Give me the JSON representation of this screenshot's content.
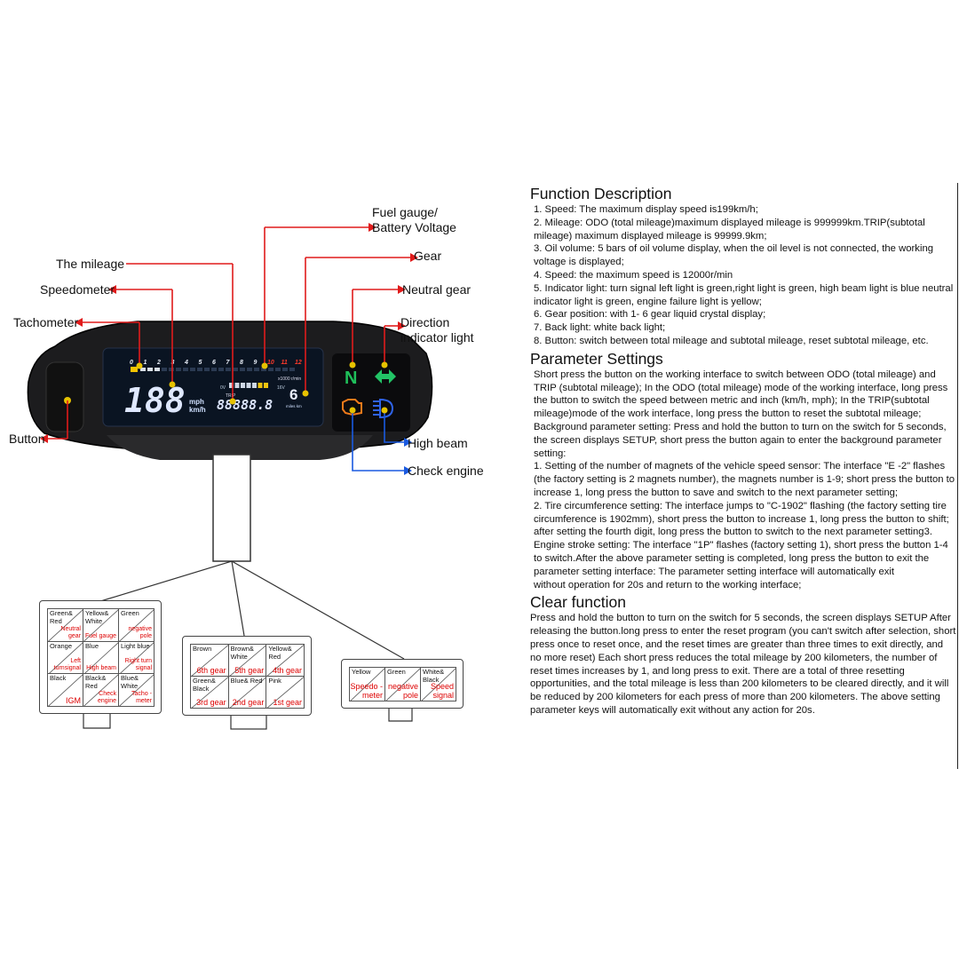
{
  "callouts": {
    "fuel_line1": "Fuel gauge/",
    "fuel_line2": "Battery Voltage",
    "gear": "Gear",
    "mileage": "The mileage",
    "neutral": "Neutral gear",
    "speedometer": "Speedometer",
    "tachometer": "Tachometer",
    "direction_line1": "Direction",
    "direction_line2": "indicator light",
    "button": "Button",
    "high_beam": "High beam",
    "check_engine": "Check engine"
  },
  "dashboard": {
    "tach_numbers": [
      "0",
      "1",
      "2",
      "3",
      "4",
      "5",
      "6",
      "7",
      "8",
      "9",
      "10",
      "11",
      "12"
    ],
    "speed_digits": "188",
    "speed_unit_top": "mph",
    "speed_unit_bottom": "km/h",
    "odo_digits": "88888.8",
    "trip_label": "TRIP",
    "rpm_label": "x1000 r/min",
    "gear_digit": "6",
    "volt_low": "0V",
    "volt_high": "16V",
    "neutral_letter": "N",
    "dist_unit": "miles km",
    "colors": {
      "lcd_bg": "#0a1422",
      "neutral_green": "#1fbf5a",
      "turn_green": "#22c466",
      "beam_blue": "#2f63e8",
      "engine_orange": "#ef7a1a"
    }
  },
  "connector_left": {
    "rows": [
      [
        {
          "a": "Green& Red",
          "b": "Neutral gear"
        },
        {
          "a": "Yellow& White",
          "b": "Fuel gauge"
        },
        {
          "a": "Green",
          "b": "negative pole"
        }
      ],
      [
        {
          "a": "Orange",
          "b": "Left turnsignal"
        },
        {
          "a": "Blue",
          "b": "High beam"
        },
        {
          "a": "Light blue",
          "b": "Right turn signal"
        }
      ],
      [
        {
          "a": "Black",
          "b": "IGM"
        },
        {
          "a": "Black& Red",
          "b": "Check engine"
        },
        {
          "a": "Blue& White",
          "b": "Tacho -meter"
        }
      ]
    ]
  },
  "connector_middle": {
    "rows": [
      [
        {
          "a": "Brown",
          "b": "6th gear"
        },
        {
          "a": "Brown& White",
          "b": "5th gear"
        },
        {
          "a": "Yellow& Red",
          "b": "4th gear"
        }
      ],
      [
        {
          "a": "Green& Black",
          "b": "3rd gear"
        },
        {
          "a": "Blue& Red",
          "b": "2nd gear"
        },
        {
          "a": "Pink",
          "b": "1st gear"
        }
      ]
    ]
  },
  "connector_right": {
    "rows": [
      [
        {
          "a": "Yellow",
          "b": "Speedo -meter"
        },
        {
          "a": "Green",
          "b": "negative pole"
        },
        {
          "a": "White& Black",
          "b": "Speed signal"
        }
      ]
    ]
  },
  "function_description": {
    "title": "Function Description",
    "lines": [
      "1. Speed: The maximum display speed is199km/h;",
      "2. Mileage: ODO (total mileage)maximum displayed mileage is 999999km.TRIP(subtotal mileage) maximum displayed mileage is 99999.9km;",
      "3. Oil volume: 5 bars of oil volume display, when the oil level is not connected, the working voltage is displayed;",
      "4. Speed: the maximum speed is 12000r/min",
      "5. Indicator light: turn signal left light is green,right light is green, high beam light is blue neutral indicator light is green, engine failure light is yellow;",
      "6. Gear position: with 1- 6 gear liquid crystal display;",
      "7. Back light: white back light;",
      "8. Button: switch between total mileage and subtotal mileage, reset subtotal mileage, etc."
    ]
  },
  "parameter_settings": {
    "title": "Parameter Settings",
    "paragraphs": [
      "Short press the button on the working interface to switch between ODO (total mileage) and TRIP (subtotal mileage); In the ODO (total mileage) mode of the working interface, long press the button to switch the speed between metric and inch (km/h, mph); In the TRIP(subtotal mileage)mode of the work interface, long press the button to reset the subtotal mileage; Background parameter setting: Press and hold the button to turn on the switch for 5 seconds, the screen displays SETUP, short press the button again to enter the background parameter setting:",
      "1. Setting of the number of magnets of the vehicle speed sensor: The interface \"E -2\" flashes (the factory setting is 2 magnets number), the magnets number is 1-9; short press the button to increase 1, long press the button to save and switch to the next parameter setting;",
      "2. Tire circumference setting: The interface jumps to \"C-1902\" flashing (the factory setting tire circumference is 1902mm), short press the button to increase 1, long press the button to shift; after setting the fourth digit, long press the button to switch to the next parameter setting3. Engine stroke setting: The interface \"1P\" flashes (factory setting 1), short press the button 1-4 to switch.After the above parameter setting is completed, long press the button to exit the parameter setting interface: The parameter setting interface will automatically exit",
      "without operation for 20s and return to the working interface;"
    ]
  },
  "clear_function": {
    "title": "Clear function",
    "paragraphs": [
      "Press and hold the button to turn on the switch for 5 seconds, the screen displays SETUP After releasing the button.long press to enter the reset program (you can't switch after selection, short press once to reset once, and the reset times are greater than three times to exit directly, and no more reset) Each short press reduces the total mileage by 200 kilometers, the number of reset times increases by 1, and long press to exit. There are a total of three resetting opportunities, and the total mileage is less than 200 kilometers to be cleared directly, and it will be reduced by 200 kilometers for each press of more than 200 kilometers. The above setting parameter keys will automatically exit without any action for 20s."
    ]
  }
}
